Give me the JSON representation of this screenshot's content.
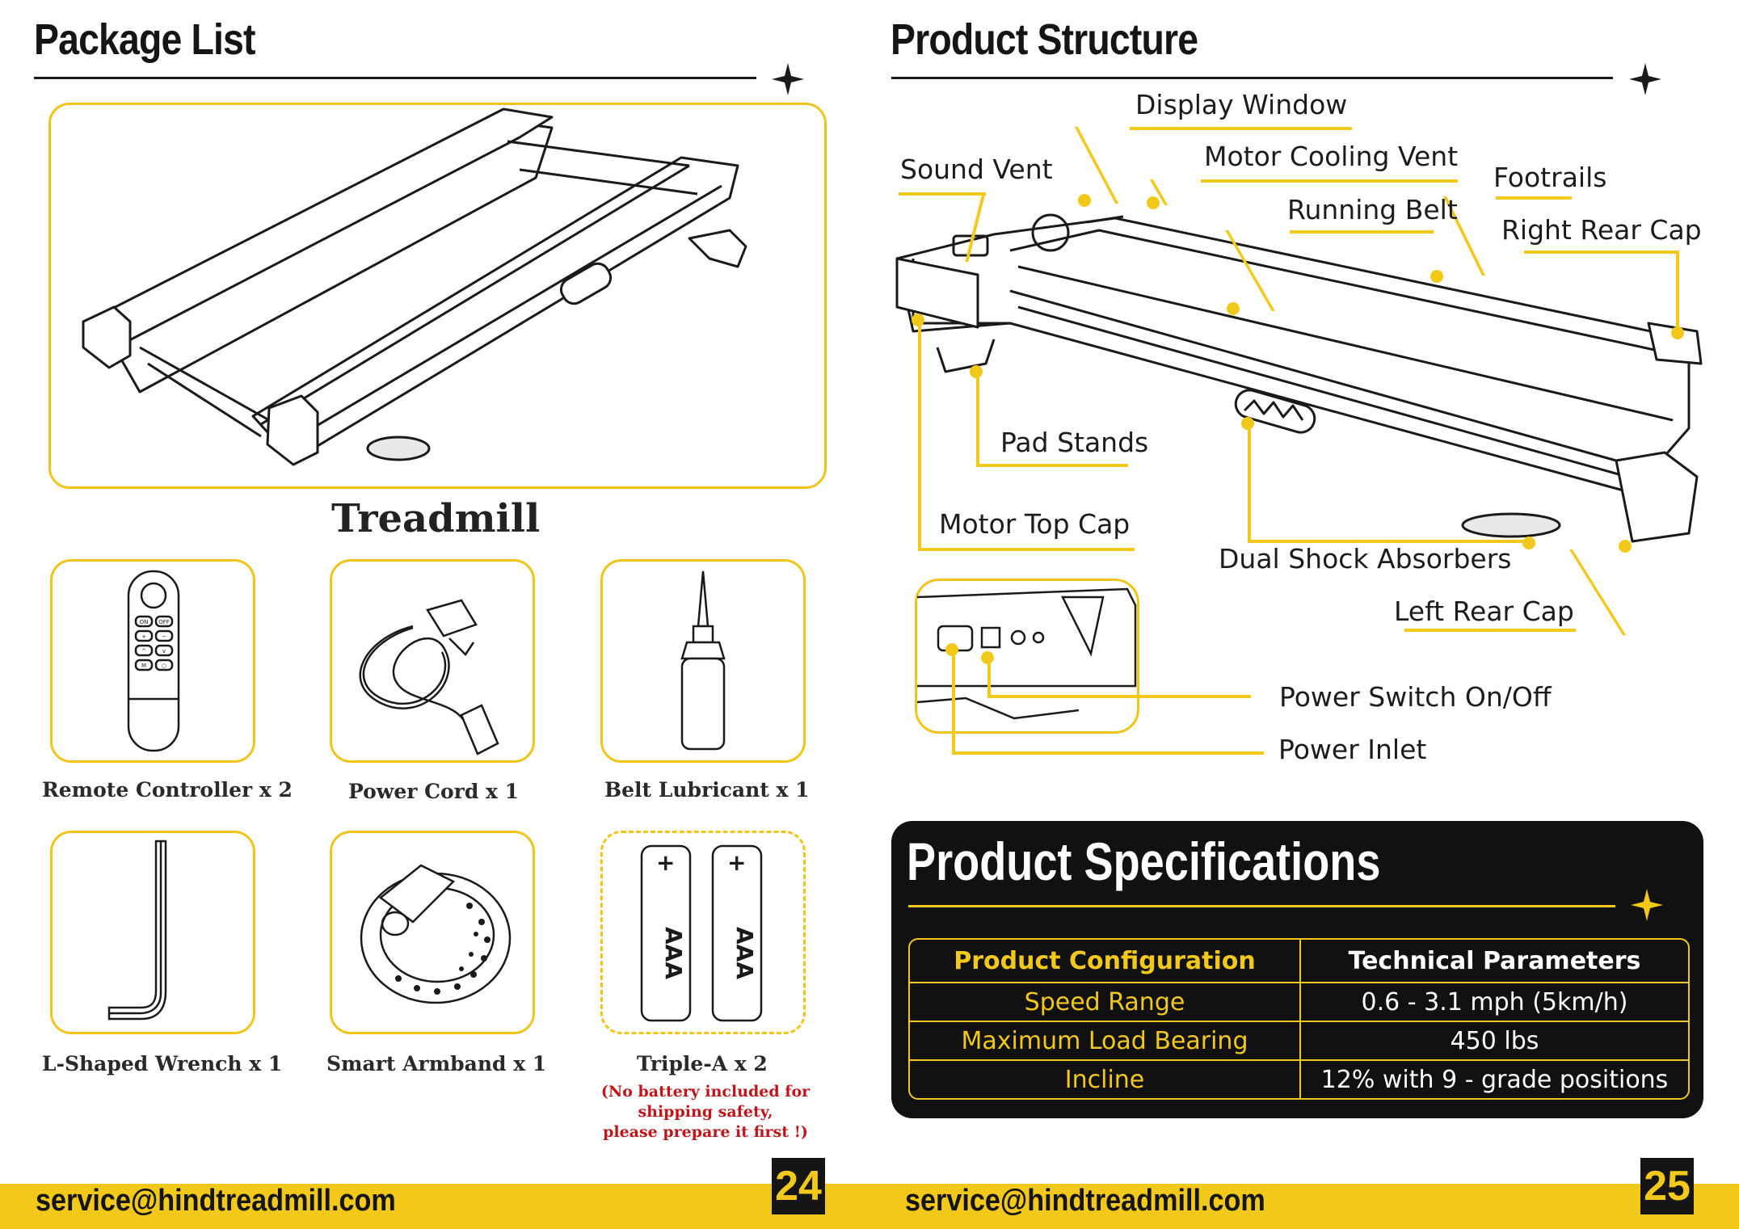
{
  "left_page": {
    "heading": "Package List",
    "main_item_label": "Treadmill",
    "items": [
      {
        "label": "Remote Controller  x 2",
        "icon": "remote-controller-icon"
      },
      {
        "label": "Power Cord  x 1",
        "icon": "power-cord-icon"
      },
      {
        "label": "Belt Lubricant x 1",
        "icon": "belt-lubricant-icon"
      },
      {
        "label": "L-Shaped Wrench x 1",
        "icon": "l-wrench-icon"
      },
      {
        "label": "Smart Armband x 1",
        "icon": "armband-icon"
      },
      {
        "label": "Triple-A  x 2",
        "icon": "aaa-battery-icon"
      }
    ],
    "battery_note": "(No battery included for\nshipping safety,\nplease prepare it first !)",
    "battery_text": "AAA",
    "remote_buttons": [
      "ON",
      "OFF",
      "+",
      "−",
      "^",
      "v",
      "M",
      "○"
    ],
    "email": "service@hindtreadmill.com",
    "page_number": "24"
  },
  "right_page": {
    "heading": "Product Structure",
    "callouts": {
      "display_window": "Display Window",
      "sound_vent": "Sound Vent",
      "motor_cooling_vent": "Motor Cooling Vent",
      "footrails": "Footrails",
      "running_belt": "Running Belt",
      "right_rear_cap": "Right Rear Cap",
      "pad_stands": "Pad Stands",
      "motor_top_cap": "Motor Top Cap",
      "dual_shock_absorbers": "Dual Shock Absorbers",
      "left_rear_cap": "Left Rear Cap",
      "power_switch": "Power Switch On/Off",
      "power_inlet": "Power Inlet"
    },
    "specs": {
      "title": "Product Specifications",
      "header": [
        "Product Configuration",
        "Technical Parameters"
      ],
      "rows": [
        [
          "Speed Range",
          "0.6 - 3.1 mph (5km/h)"
        ],
        [
          "Maximum Load Bearing",
          "450 lbs"
        ],
        [
          "Incline",
          "12% with 9 - grade positions"
        ]
      ]
    },
    "email": "service@hindtreadmill.com",
    "page_number": "25"
  },
  "colors": {
    "accent": "#f2c81a",
    "dark": "#111111",
    "note_red": "#c0161b"
  }
}
